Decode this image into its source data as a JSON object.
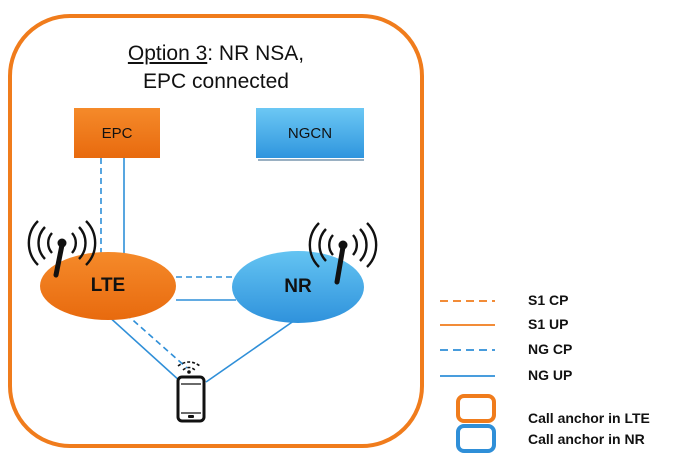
{
  "title": {
    "option_label": "Option 3",
    "line1_rest": ": NR NSA,",
    "line2": "EPC connected"
  },
  "nodes": {
    "epc": "EPC",
    "ngcn": "NGCN",
    "lte": "LTE",
    "nr": "NR"
  },
  "legend": {
    "s1_cp": "S1 CP",
    "s1_up": "S1 UP",
    "ng_cp": "NG CP",
    "ng_up": "NG UP",
    "anchor_lte": "Call anchor in LTE",
    "anchor_nr": "Call anchor in NR"
  },
  "colors": {
    "orange": "#f07c1c",
    "blue": "#2f8fd8",
    "light_blue": "#44aee8"
  },
  "icons": [
    "antenna-icon",
    "smartphone-icon"
  ]
}
